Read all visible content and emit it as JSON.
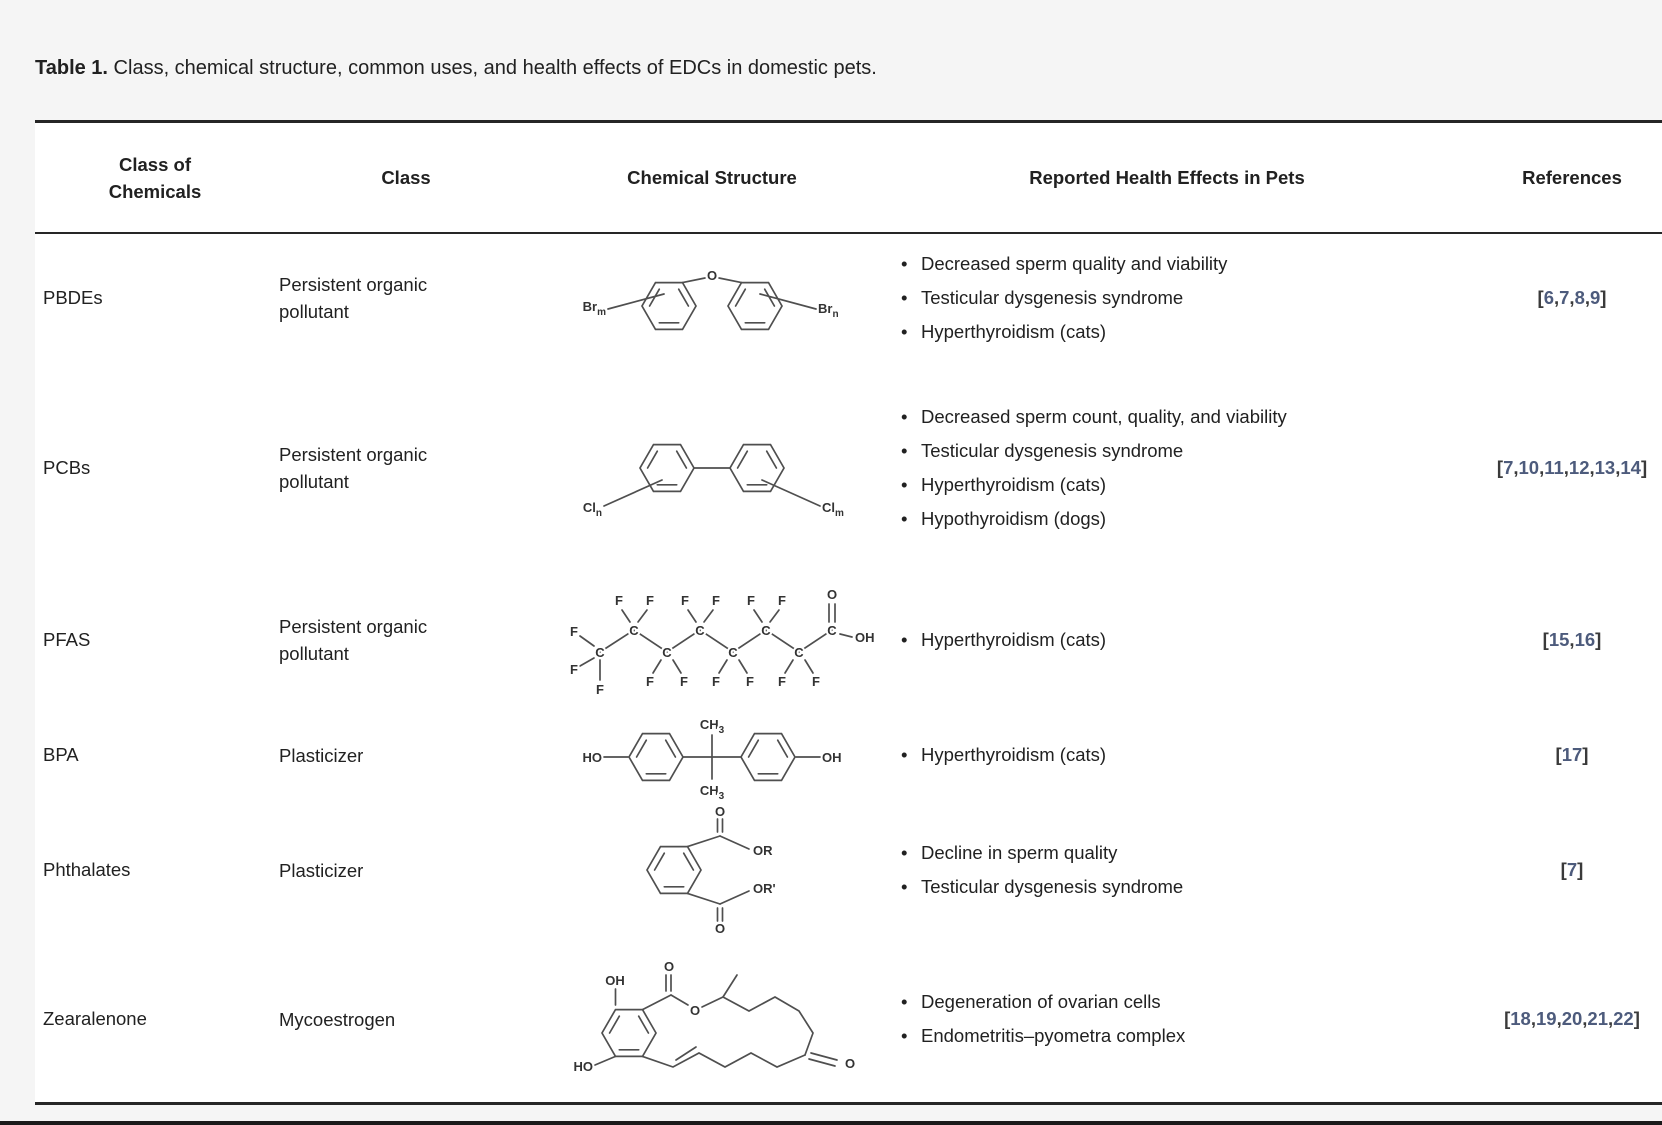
{
  "caption": {
    "label": "Table 1.",
    "text": " Class, chemical structure, common uses, and health effects of EDCs in domestic pets."
  },
  "table": {
    "headers": {
      "class_of_chemicals": "Class of Chemicals",
      "class": "Class",
      "chemical_structure": "Chemical Structure",
      "health_effects": "Reported Health Effects in Pets",
      "references": "References"
    },
    "rows": [
      {
        "chemical": "PBDEs",
        "chem_class": "Persistent organic pollutant",
        "effects": [
          "Decreased sperm quality and viability",
          "Testicular dysgenesis syndrome",
          "Hyperthyroidism (cats)"
        ],
        "refs": [
          "6",
          "7",
          "8",
          "9"
        ]
      },
      {
        "chemical": "PCBs",
        "chem_class": "Persistent organic pollutant",
        "effects": [
          "Decreased sperm count, quality, and viability",
          "Testicular dysgenesis syndrome",
          "Hyperthyroidism (cats)",
          "Hypothyroidism (dogs)"
        ],
        "refs": [
          "7",
          "10",
          "11",
          "12",
          "13",
          "14"
        ]
      },
      {
        "chemical": "PFAS",
        "chem_class": "Persistent organic pollutant",
        "effects": [
          "Hyperthyroidism (cats)"
        ],
        "refs": [
          "15",
          "16"
        ]
      },
      {
        "chemical": "BPA",
        "chem_class": "Plasticizer",
        "effects": [
          "Hyperthyroidism (cats)"
        ],
        "refs": [
          "17"
        ]
      },
      {
        "chemical": "Phthalates",
        "chem_class": "Plasticizer",
        "effects": [
          "Decline in sperm quality",
          "Testicular dysgenesis syndrome"
        ],
        "refs": [
          "7"
        ]
      },
      {
        "chemical": "Zearalenone",
        "chem_class": "Mycoestrogen",
        "effects": [
          "Degeneration of ovarian cells",
          "Endometritis–pyometra complex"
        ],
        "refs": [
          "18",
          "19",
          "20",
          "21",
          "22"
        ]
      }
    ]
  },
  "labels": {
    "O": "O",
    "Br": "Br",
    "Cl": "Cl",
    "C": "C",
    "F": "F",
    "OH": "OH",
    "HO": "HO",
    "OR": "OR",
    "ORp": "OR'",
    "CH": "CH",
    "sub3": "3",
    "sub_m": "m",
    "sub_n": "n"
  },
  "colors": {
    "page_bg": "#f5f5f5",
    "table_bg": "#ffffff",
    "text": "#212121",
    "rule": "#262626",
    "reference_link": "#4d5b7c",
    "reference_punct": "#3a3a3a",
    "structure_stroke": "#4f4f4f",
    "bottom_bar": "#1a1a1a"
  }
}
